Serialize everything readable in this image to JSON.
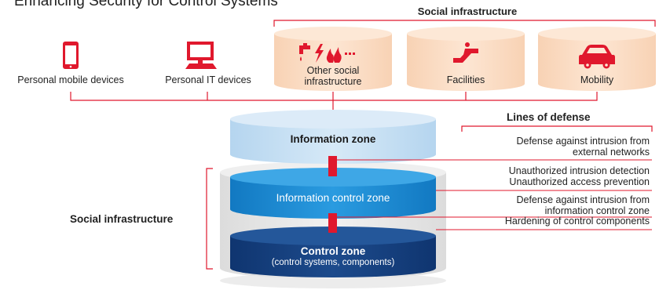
{
  "title": "Enhancing Security for Control Systems",
  "top_group_label": "Social infrastructure",
  "devices": [
    {
      "label": "Personal mobile devices",
      "icon": "smartphone-icon"
    },
    {
      "label": "Personal IT devices",
      "icon": "computer-icon"
    }
  ],
  "social_infrastructure": [
    {
      "label_line1": "Other social",
      "label_line2": "infrastructure",
      "icon": "utilities-icon"
    },
    {
      "label": "Facilities",
      "icon": "escalator-icon"
    },
    {
      "label": "Mobility",
      "icon": "car-icon"
    }
  ],
  "zones": {
    "information": "Information zone",
    "information_control": "Information control zone",
    "control": "Control zone",
    "control_sub": "(control systems, components)"
  },
  "left_label": "Social infrastructure",
  "lines_of_defense": {
    "heading": "Lines of defense",
    "items": [
      {
        "line1": "Defense against intrusion from",
        "line2": "external networks"
      },
      {
        "line1": "Unauthorized intrusion detection",
        "line2": "Unauthorized access prevention"
      },
      {
        "line1": "Defense against intrusion from",
        "line2": "information control zone"
      },
      {
        "line1": "Hardening of control components",
        "line2": ""
      }
    ]
  },
  "colors": {
    "accent_red": "#e0182d",
    "cylinder_peach": "#fbdcc3",
    "info_zone": "#c4def2",
    "info_control_zone": "#1e8fd6",
    "control_zone": "#17427f",
    "container_gray": "#e6e6e6"
  }
}
